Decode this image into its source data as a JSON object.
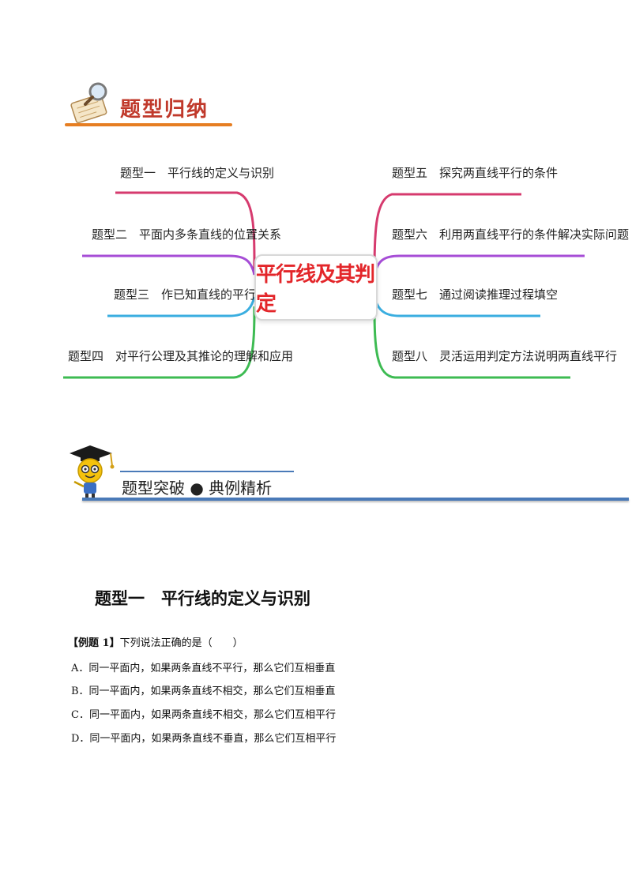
{
  "header1": {
    "title": "题型归纳",
    "icon": "notebook-magnifier-icon"
  },
  "mindmap": {
    "center": "平行线及其判定",
    "left": [
      {
        "label": "题型一　平行线的定义与识别",
        "color": "#d63a6e"
      },
      {
        "label": "题型二　平面内多条直线的位置关系",
        "color": "#a64dd6"
      },
      {
        "label": "题型三　作已知直线的平行线",
        "color": "#3aaee0"
      },
      {
        "label": "题型四　对平行公理及其推论的理解和应用",
        "color": "#3dbb52"
      }
    ],
    "right": [
      {
        "label": "题型五　探究两直线平行的条件",
        "color": "#d63a6e"
      },
      {
        "label": "题型六　利用两直线平行的条件解决实际问题",
        "color": "#a64dd6"
      },
      {
        "label": "题型七　通过阅读推理过程填空",
        "color": "#3aaee0"
      },
      {
        "label": "题型八　灵活运用判定方法说明两直线平行",
        "color": "#3dbb52"
      }
    ]
  },
  "header2": {
    "title": "题型突破 ● 典例精析",
    "icon": "graduate-cap-character-icon"
  },
  "section": {
    "title": "题型一　平行线的定义与识别",
    "example_label": "【例题 1】",
    "example_text": "下列说法正确的是（　　）",
    "options": [
      "A．同一平面内，如果两条直线不平行，那么它们互相垂直",
      "B．同一平面内，如果两条直线不相交，那么它们互相垂直",
      "C．同一平面内，如果两条直线不相交，那么它们互相平行",
      "D．同一平面内，如果两条直线不垂直，那么它们互相平行"
    ]
  }
}
